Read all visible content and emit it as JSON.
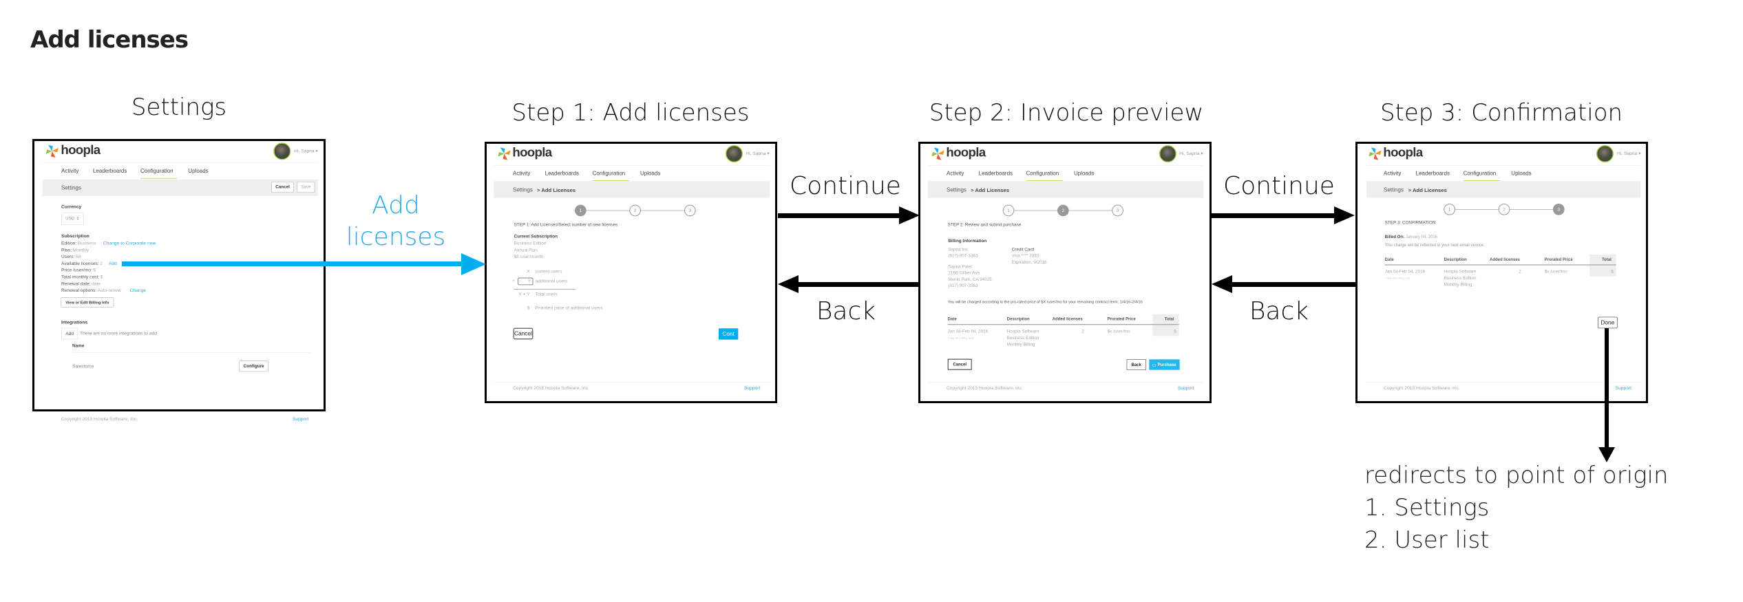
{
  "title": "Add licenses",
  "colors": {
    "accent": "#29abe2",
    "nav_underline": "#c6dc6a",
    "avatar_ring": "#a6ce39",
    "primary_button": "#00aeef"
  },
  "labels": {
    "settings": "Settings",
    "step1": "Step 1: Add licenses",
    "step2": "Step 2: Invoice preview",
    "step3": "Step 3: Confirmation"
  },
  "flow": {
    "add_licenses_line1": "Add",
    "add_licenses_line2": "licenses",
    "continue": "Continue",
    "back": "Back",
    "redirect": [
      "redirects to point of origin",
      "1. Settings",
      "2.  User list"
    ]
  },
  "app": {
    "logo": "hoopla",
    "greeting": "Hi, Sapna ▾",
    "nav": [
      "Activity",
      "Leaderboards",
      "Configuration",
      "Uploads"
    ],
    "active_nav": "Configuration",
    "breadcrumb_root": "Settings",
    "breadcrumb_current": "> Add Licenses",
    "copyright": "Copyright 2015 Hoopla Software, Inc.",
    "support": "Support",
    "steps": [
      "1",
      "2",
      "3"
    ]
  },
  "settings_screen": {
    "bar_title": "Settings",
    "cancel": "Cancel",
    "save": "Save",
    "currency_label": "Currency",
    "currency_value": "USD ⇕",
    "subscription_label": "Subscription",
    "rows": [
      {
        "label": "Edition:",
        "value": "Business",
        "link": "Change to Corporate now."
      },
      {
        "label": "Plan:",
        "value": "Monthly"
      },
      {
        "label": "Users:",
        "value": "58"
      },
      {
        "label": "Available licenses:",
        "value": "2",
        "link": "Add"
      },
      {
        "label": "Price /user/mo:",
        "value": "$"
      },
      {
        "label": "Total monthly cost:",
        "value": "$"
      },
      {
        "label": "Renewal date:",
        "value": "date"
      },
      {
        "label": "Renewal options:",
        "value": "Auto-renew",
        "link": "Change"
      }
    ],
    "billing_button": "View or Edit Billing Info",
    "integrations_label": "Integrations",
    "add_button": "Add",
    "no_integrations": "There are no more integrations to add",
    "name_header": "Name",
    "integration_name": "Salesforce",
    "configure_button": "Configure"
  },
  "step1_screen": {
    "heading": "STEP 1: Add Licenses/Select number of new licenses",
    "current_sub_label": "Current Subscription",
    "current_sub": [
      "Business Edition",
      "Annual Plan",
      "$8 /user/month"
    ],
    "calc": {
      "x": "X",
      "current_users": "current users",
      "plus": "+",
      "y": "Y",
      "additional_users": "additional users",
      "xy": "X + Y",
      "total_users": "Total users",
      "dollar": "$",
      "prorated": "Prorated price of additional users"
    },
    "cancel": "Cancel",
    "continue": "Cont"
  },
  "step2_screen": {
    "heading": "STEP 2: Review and submit purchase",
    "billing_label": "Billing Information",
    "company": [
      "Sapna Inc.",
      "(917) 907-3363"
    ],
    "address": [
      "Sapna Patel",
      "216B Gilber Ave.",
      "Menlo Park, CA 94025",
      "(917) 907-3363"
    ],
    "card_label": "Credit Card",
    "card": [
      "Visa **** 3333",
      "Expiration: 9/2016"
    ],
    "charge_note": "You will be charged according to the pro-rated price of $X /user/mo for your remaining contract term: 1/4/16-2/4/16",
    "table": {
      "headers": [
        "Date",
        "Description",
        "Added licenses",
        "Prorated Price",
        "Total"
      ],
      "row": {
        "date": "Jan 04-Feb 04, 2016",
        "date_sub": "Y days left in billing cycle",
        "description": [
          "Hoopla Software",
          "Business Edition",
          "Monthly Billing"
        ],
        "added": "2",
        "price": "$x  /user/mo",
        "total": "$"
      }
    },
    "cancel": "Cancel",
    "back": "Back",
    "purchase": "Purchase"
  },
  "step3_screen": {
    "heading": "STEP 3: CONFIRMATION",
    "billed_on_label": "Billed On:",
    "billed_on_value": "January 04, 2016",
    "note": "This charge will be reflected in your next email invoice.",
    "done": "Done"
  }
}
